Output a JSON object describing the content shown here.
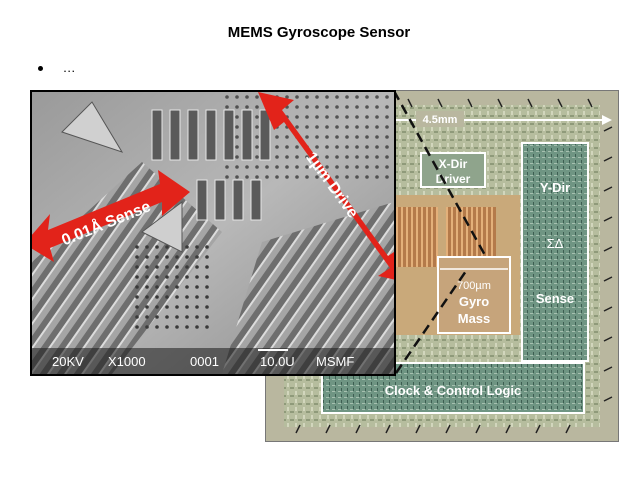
{
  "slide": {
    "title": "MEMS  Gyroscope Sensor",
    "bullet_text": "…"
  },
  "sem_image": {
    "sense_label": "0.01Å Sense",
    "drive_label": "1µm Drive",
    "footer": {
      "voltage": "20KV",
      "magnification": "X1000",
      "frame": "0001",
      "scale": "10.0U",
      "lab": "MSMF"
    },
    "arrow_color": "#e2231a"
  },
  "die_photo": {
    "dimension_label": "4.5mm",
    "xdir_driver": [
      "X-Dir",
      "Driver"
    ],
    "ydir_label": "Y-Dir",
    "sigma_delta": "ΣΔ",
    "sense_label": "Sense",
    "mass_size": "700µm",
    "gyro_mass": [
      "Gyro",
      "Mass"
    ],
    "logic_label": "Clock & Control Logic"
  }
}
